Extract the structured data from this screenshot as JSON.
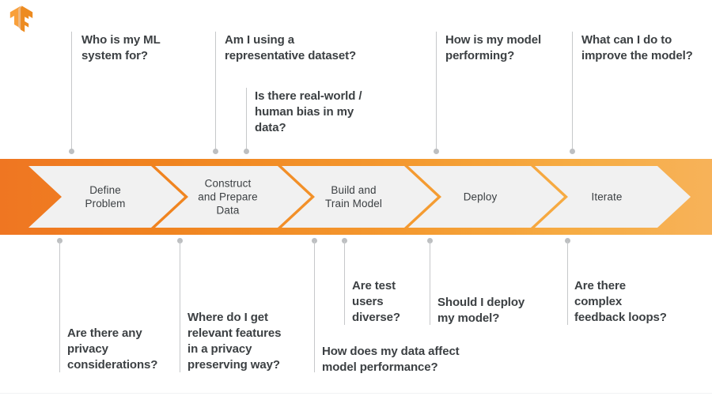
{
  "brand": {
    "logo_icon": "tensorflow-logo-icon",
    "logo_color_light": "#f9a03a",
    "logo_color_dark": "#ed8b20"
  },
  "theme": {
    "band_gradient_start": "#ef7622",
    "band_gradient_end": "#f7b259",
    "chevron_fill": "#f1f1f1",
    "text_color": "#3c4043",
    "connector_color": "#c6c8ca",
    "dot_color": "#bdbfc1"
  },
  "pipeline": {
    "name": "ml-lifecycle-pipeline",
    "steps": [
      {
        "id": "define-problem",
        "label": "Define\nProblem"
      },
      {
        "id": "construct-prepare-data",
        "label": "Construct\nand Prepare\nData"
      },
      {
        "id": "build-train-model",
        "label": "Build and\nTrain Model"
      },
      {
        "id": "deploy",
        "label": "Deploy"
      },
      {
        "id": "iterate",
        "label": "Iterate"
      }
    ]
  },
  "questions_above": [
    {
      "id": "who-is-my-ml-system-for",
      "text": "Who is my ML\nsystem for?"
    },
    {
      "id": "representative-dataset",
      "text": "Am I using a\nrepresentative dataset?"
    },
    {
      "id": "real-world-human-bias",
      "text": "Is there real-world /\nhuman bias in my\ndata?"
    },
    {
      "id": "how-is-my-model-performing",
      "text": "How is my model\nperforming?"
    },
    {
      "id": "improve-the-model",
      "text": "What can I do to\nimprove the model?"
    }
  ],
  "questions_below": [
    {
      "id": "privacy-considerations",
      "text": "Are there any\nprivacy\nconsiderations?"
    },
    {
      "id": "relevant-features-privacy",
      "text": "Where do I get\nrelevant features\nin a privacy\npreserving way?"
    },
    {
      "id": "are-test-users-diverse",
      "text": "Are test\nusers\ndiverse?"
    },
    {
      "id": "data-affect-performance",
      "text": "How does my data affect\nmodel performance?"
    },
    {
      "id": "should-i-deploy-my-model",
      "text": "Should I deploy\nmy model?"
    },
    {
      "id": "complex-feedback-loops",
      "text": "Are there\ncomplex\nfeedback loops?"
    }
  ]
}
